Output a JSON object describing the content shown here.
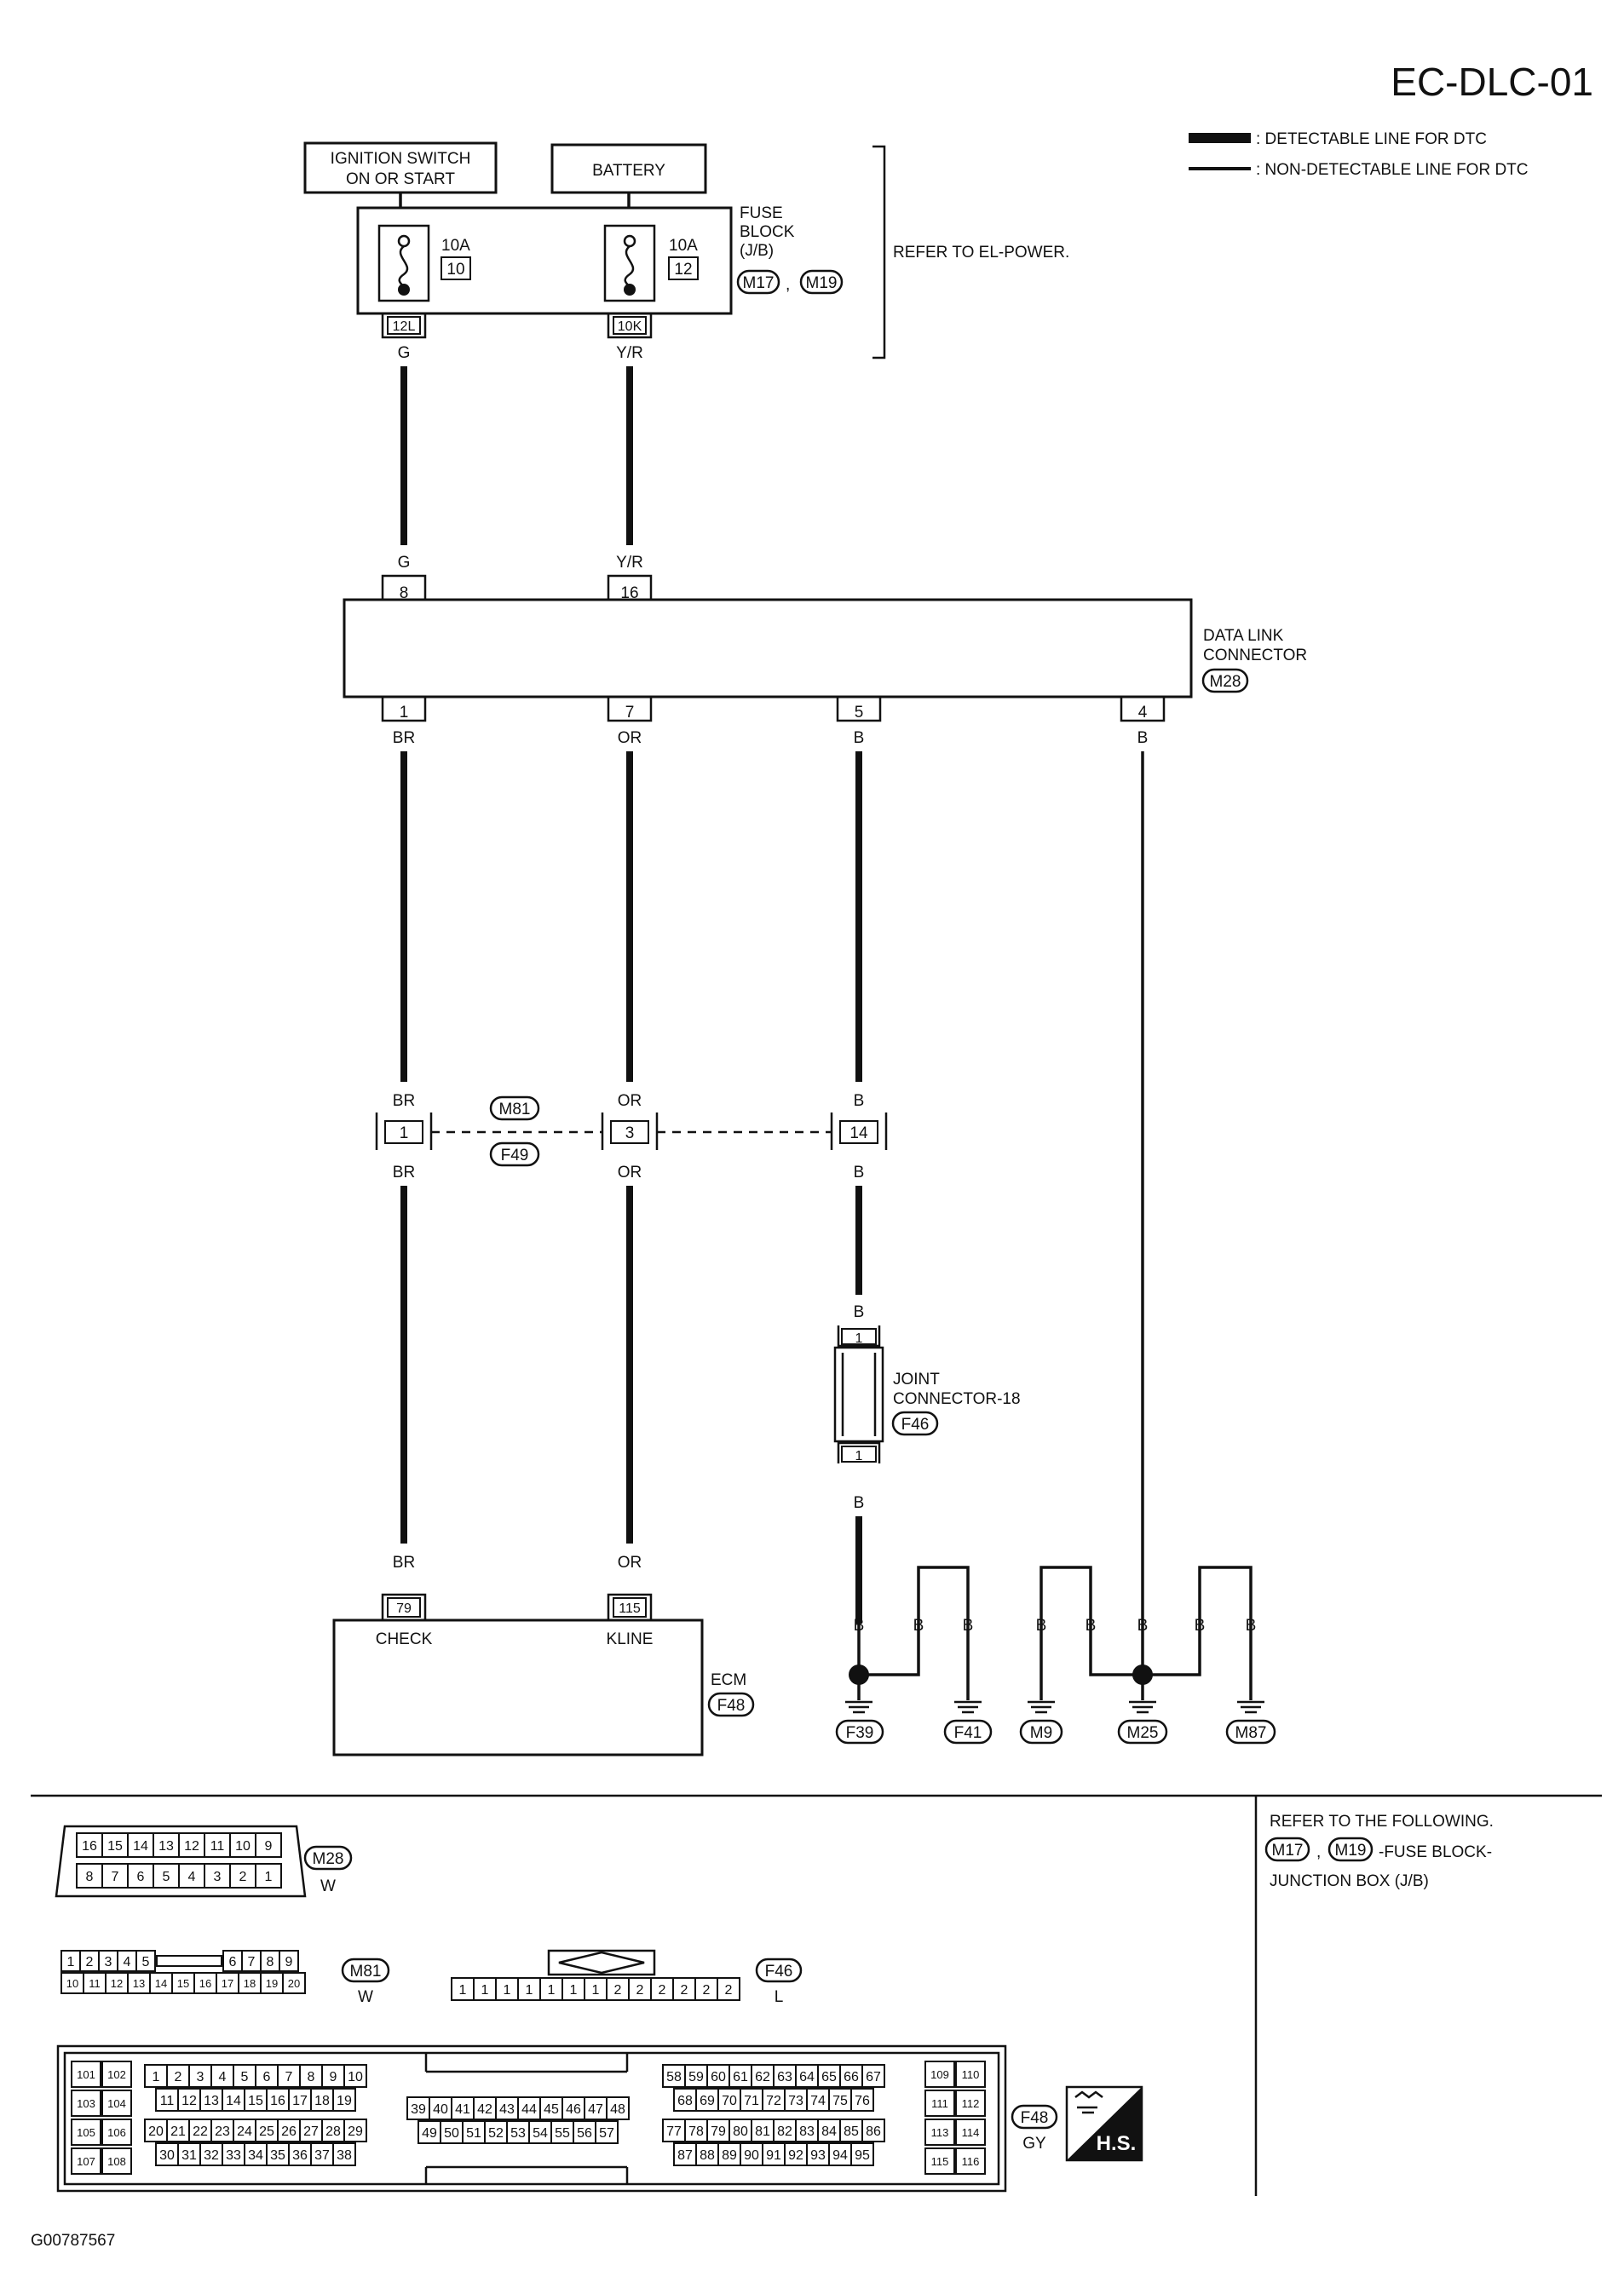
{
  "page_code": "EC-DLC-01",
  "legend": {
    "detectable": ": DETECTABLE LINE FOR DTC",
    "non_detectable": ": NON-DETECTABLE LINE FOR DTC"
  },
  "sources": {
    "ignition_line1": "IGNITION SWITCH",
    "ignition_line2": "ON OR START",
    "battery": "BATTERY"
  },
  "fuse_block": {
    "label_lines": [
      "FUSE",
      "BLOCK",
      "(J/B)"
    ],
    "connectors": [
      "M17",
      "M19"
    ],
    "sep": ",",
    "refer": "REFER TO EL-POWER.",
    "fuse1": {
      "amp": "10A",
      "num": "10",
      "term": "12L"
    },
    "fuse2": {
      "amp": "10A",
      "num": "12",
      "term": "10K"
    }
  },
  "dlc": {
    "label_lines": [
      "DATA LINK",
      "CONNECTOR"
    ],
    "connector": "M28",
    "top_pins": [
      "8",
      "16"
    ],
    "bottom_pins": [
      "1",
      "7",
      "5",
      "4"
    ]
  },
  "wire_colors": {
    "g": "G",
    "yr": "Y/R",
    "br": "BR",
    "or": "OR",
    "b": "B"
  },
  "inline": {
    "conn_top": "M81",
    "conn_bottom": "F49",
    "pins": [
      "1",
      "3",
      "14"
    ]
  },
  "joint": {
    "label_lines": [
      "JOINT",
      "CONNECTOR-18"
    ],
    "connector": "F46",
    "pin_top": "1",
    "pin_bottom": "1"
  },
  "ecm": {
    "label": "ECM",
    "connector": "F48",
    "pin_check": "79",
    "pin_kline": "115",
    "check": "CHECK",
    "kline": "KLINE"
  },
  "grounds": [
    "F39",
    "F41",
    "M9",
    "M25",
    "M87"
  ],
  "refer_following": {
    "line1": "REFER TO THE FOLLOWING.",
    "conn1": "M17",
    "sep": ",",
    "conn2": "M19",
    "suffix": "-FUSE BLOCK-",
    "line3": "JUNCTION BOX (J/B)"
  },
  "views": {
    "m28": {
      "id": "M28",
      "color": "W",
      "top": [
        "16",
        "15",
        "14",
        "13",
        "12",
        "11",
        "10",
        "9"
      ],
      "bottom": [
        "8",
        "7",
        "6",
        "5",
        "4",
        "3",
        "2",
        "1"
      ]
    },
    "m81": {
      "id": "M81",
      "color": "W",
      "top_left": [
        "1",
        "2",
        "3",
        "4",
        "5"
      ],
      "top_right": [
        "6",
        "7",
        "8",
        "9"
      ],
      "bottom": [
        "10",
        "11",
        "12",
        "13",
        "14",
        "15",
        "16",
        "17",
        "18",
        "19",
        "20"
      ]
    },
    "f46": {
      "id": "F46",
      "color": "L",
      "cells": [
        "1",
        "1",
        "1",
        "1",
        "1",
        "1",
        "1",
        "2",
        "2",
        "2",
        "2",
        "2",
        "2"
      ]
    },
    "f48": {
      "id": "F48",
      "color": "GY",
      "hs": "H.S.",
      "left_col": [
        [
          "101",
          "102"
        ],
        [
          "103",
          "104"
        ],
        [
          "105",
          "106"
        ],
        [
          "107",
          "108"
        ]
      ],
      "row1": [
        "1",
        "2",
        "3",
        "4",
        "5",
        "6",
        "7",
        "8",
        "9",
        "10"
      ],
      "row2": [
        "11",
        "12",
        "13",
        "14",
        "15",
        "16",
        "17",
        "18",
        "19"
      ],
      "row3": [
        "20",
        "21",
        "22",
        "23",
        "24",
        "25",
        "26",
        "27",
        "28",
        "29"
      ],
      "row4": [
        "30",
        "31",
        "32",
        "33",
        "34",
        "35",
        "36",
        "37",
        "38"
      ],
      "mid_top": [
        "39",
        "40",
        "41",
        "42",
        "43",
        "44",
        "45",
        "46",
        "47",
        "48"
      ],
      "mid_bottom": [
        "49",
        "50",
        "51",
        "52",
        "53",
        "54",
        "55",
        "56",
        "57"
      ],
      "right1": [
        "58",
        "59",
        "60",
        "61",
        "62",
        "63",
        "64",
        "65",
        "66",
        "67"
      ],
      "right2": [
        "68",
        "69",
        "70",
        "71",
        "72",
        "73",
        "74",
        "75",
        "76"
      ],
      "right3": [
        "77",
        "78",
        "79",
        "80",
        "81",
        "82",
        "83",
        "84",
        "85",
        "86"
      ],
      "right4": [
        "87",
        "88",
        "89",
        "90",
        "91",
        "92",
        "93",
        "94",
        "95"
      ],
      "right_col": [
        [
          "109",
          "110"
        ],
        [
          "111",
          "112"
        ],
        [
          "113",
          "114"
        ],
        [
          "115",
          "116"
        ]
      ]
    }
  },
  "footer_code": "G00787567"
}
